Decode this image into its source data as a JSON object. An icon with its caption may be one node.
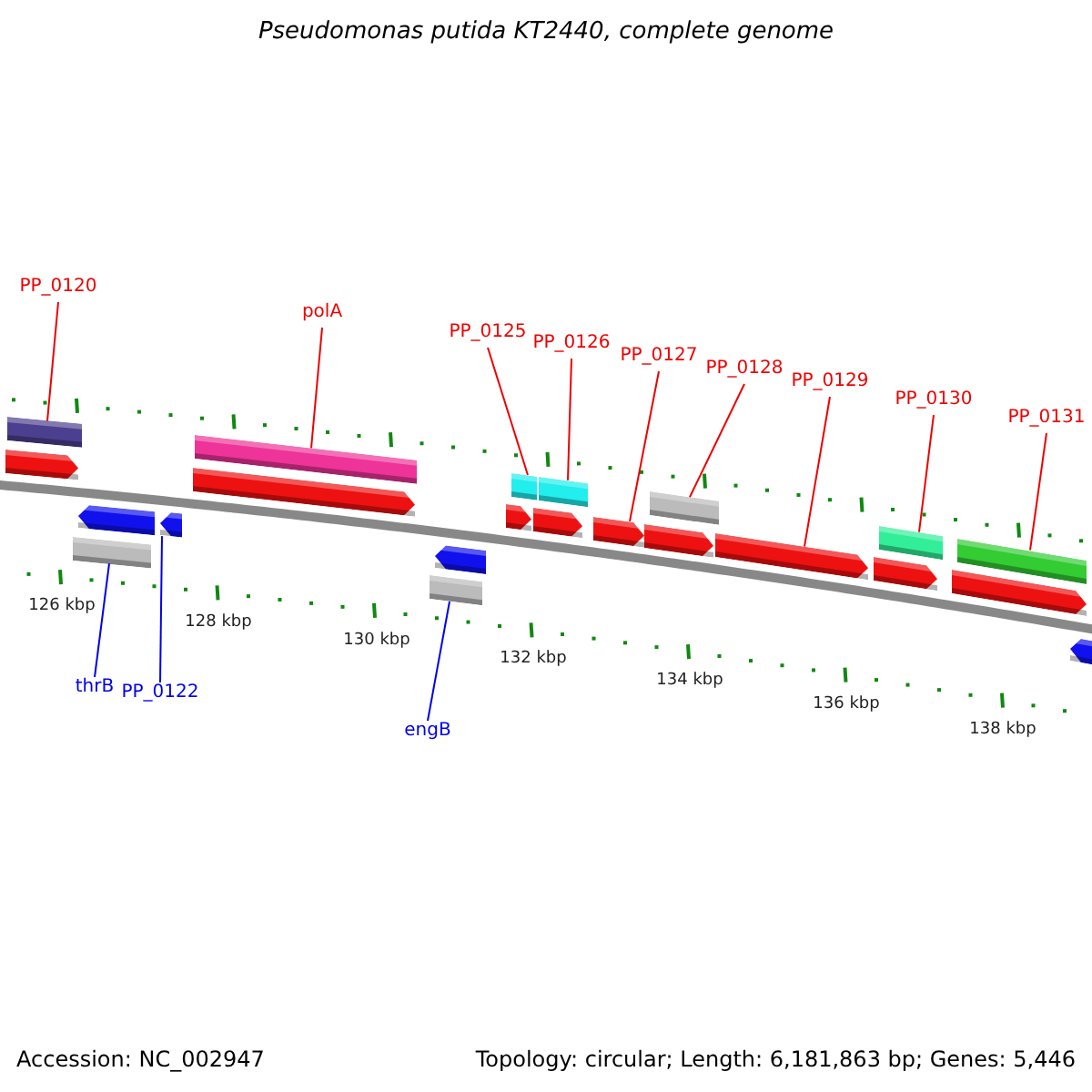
{
  "diagram": {
    "title": "Pseudomonas putida KT2440, complete genome",
    "nodes": [
      {
        "text": [
          "PP_0120"
        ]
      },
      {
        "text": [
          "polA"
        ]
      },
      {
        "text": [
          "PP_0125"
        ]
      },
      {
        "text": [
          "PP_0126"
        ]
      },
      {
        "text": [
          "PP_0127"
        ]
      },
      {
        "text": [
          "PP_0128"
        ]
      },
      {
        "text": [
          "PP_0129"
        ]
      },
      {
        "text": [
          "PP_0130"
        ]
      },
      {
        "text": [
          "PP_0131"
        ]
      },
      {
        "text": [
          "thrB"
        ]
      },
      {
        "text": [
          "PP_0122"
        ]
      },
      {
        "text": [
          "engB"
        ]
      },
      {
        "text": [],
        "shape": "bar"
      },
      {
        "text": [],
        "shape": "bar"
      },
      {
        "text": [],
        "shape": "bar"
      },
      {
        "text": [],
        "shape": "bar"
      },
      {
        "text": [],
        "shape": "bar"
      },
      {
        "text": [],
        "shape": "bar"
      },
      {
        "text": [],
        "shape": "bar"
      },
      {
        "text": [],
        "shape": "bar"
      },
      {
        "text": [],
        "shape": "bar"
      },
      {
        "text": [],
        "shape": "arrow"
      },
      {
        "text": [],
        "shape": "arrow"
      },
      {
        "text": [],
        "shape": "arrow"
      },
      {
        "text": [],
        "shape": "arrow"
      },
      {
        "text": [],
        "shape": "arrow"
      },
      {
        "text": [],
        "shape": "arrow"
      },
      {
        "text": [],
        "shape": "arrow"
      },
      {
        "text": [],
        "shape": "arrow"
      },
      {
        "text": [],
        "shape": "arrow"
      },
      {
        "text": [],
        "shape": "arrow"
      },
      {
        "text": [],
        "shape": "arrow"
      },
      {
        "text": [],
        "shape": "arrow"
      },
      {
        "text": [],
        "shape": "arrow"
      }
    ],
    "edges": [
      {
        "from": 0,
        "to": 12,
        "arrow": "none"
      },
      {
        "from": 1,
        "to": 14,
        "arrow": "none"
      },
      {
        "from": 2,
        "to": 16,
        "arrow": "none"
      },
      {
        "from": 3,
        "to": 17,
        "arrow": "none"
      },
      {
        "from": 4,
        "to": 28,
        "arrow": "none"
      },
      {
        "from": 5,
        "to": 18,
        "arrow": "none"
      },
      {
        "from": 6,
        "to": 30,
        "arrow": "none"
      },
      {
        "from": 7,
        "to": 19,
        "arrow": "none"
      },
      {
        "from": 8,
        "to": 20,
        "arrow": "none"
      },
      {
        "from": 9,
        "to": 13,
        "arrow": "none",
        "color": "#0000ee"
      },
      {
        "from": 10,
        "to": 23,
        "arrow": "none",
        "color": "#0000ee"
      },
      {
        "from": 11,
        "to": 15,
        "arrow": "none",
        "color": "#0000ee"
      }
    ],
    "labels": [
      "126 kbp",
      "128 kbp",
      "130 kbp",
      "132 kbp",
      "134 kbp",
      "136 kbp",
      "138 kbp",
      "Accession: NC_002947",
      "Topology: circular; Length: 6,181,863 bp; Genes: 5,446"
    ]
  }
}
